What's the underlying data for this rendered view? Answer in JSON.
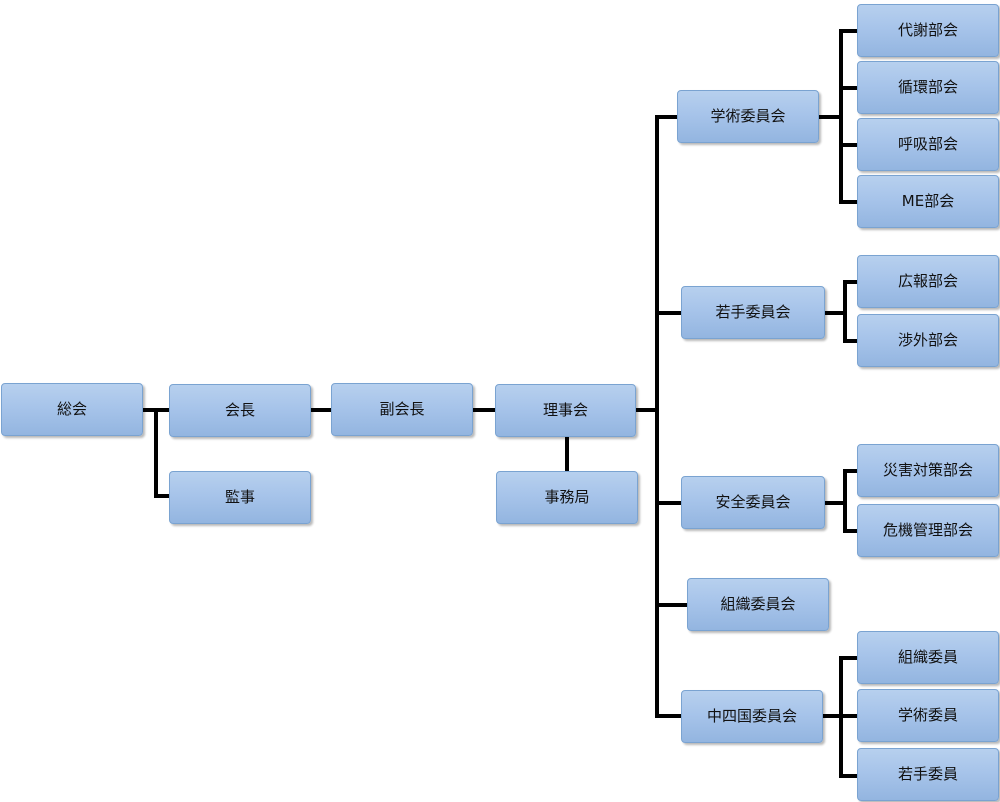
{
  "org_chart": {
    "nodes": {
      "sokai": "総会",
      "kaicho": "会長",
      "kanji": "監事",
      "fukukaicho": "副会長",
      "rijikai": "理事会",
      "jimukyoku": "事務局",
      "gakujutsu_iinkai": "学術委員会",
      "taisha_bukai": "代謝部会",
      "junkan_bukai": "循環部会",
      "kokyu_bukai": "呼吸部会",
      "me_bukai": "ME部会",
      "wakate_iinkai": "若手委員会",
      "koho_bukai": "広報部会",
      "shogai_bukai": "渉外部会",
      "anzen_iinkai": "安全委員会",
      "saigai_taisaku_bukai": "災害対策部会",
      "kiki_kanri_bukai": "危機管理部会",
      "soshiki_iinkai": "組織委員会",
      "chushikoku_iinkai": "中四国委員会",
      "chushikoku_soshiki_iin": "組織委員",
      "chushikoku_gakujutsu_iin": "学術委員",
      "chushikoku_wakate_iin": "若手委員"
    }
  }
}
